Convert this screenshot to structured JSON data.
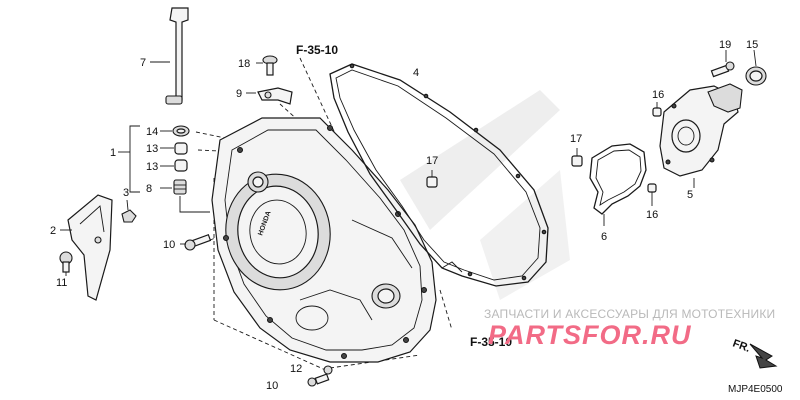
{
  "diagram": {
    "ref_top": "F-35-10",
    "ref_bottom": "F-35-10",
    "front_marker": "FR.",
    "drawing_code": "MJP4E0500",
    "cover_brand": "HONDA"
  },
  "callouts": {
    "c1": "1",
    "c2": "2",
    "c3": "3",
    "c4": "4",
    "c5": "5",
    "c6": "6",
    "c7": "7",
    "c8": "8",
    "c9": "9",
    "c10a": "10",
    "c10b": "10",
    "c11": "11",
    "c12": "12",
    "c13a": "13",
    "c13b": "13",
    "c14": "14",
    "c15": "15",
    "c16a": "16",
    "c16b": "16",
    "c17a": "17",
    "c17b": "17",
    "c18": "18",
    "c19": "19"
  },
  "watermark": {
    "tagline": "ЗАПЧАСТИ И АКСЕССУАРЫ ДЛЯ МОТОТЕХНИКИ",
    "logo": "PARTSFOR.RU",
    "color": "#f26b86"
  }
}
